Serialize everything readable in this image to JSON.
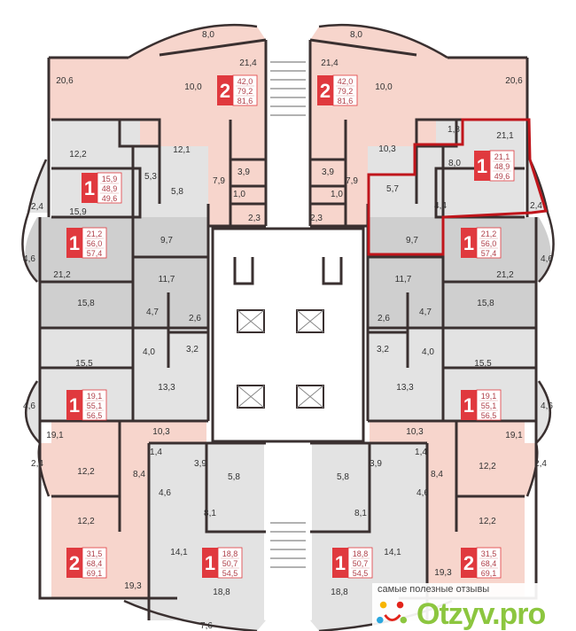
{
  "colors": {
    "pink": "#f7d5cc",
    "light_gray": "#e3e3e3",
    "dark_gray": "#cfcfcf",
    "wall": "#3a3030",
    "badge_red": "#e0393e",
    "highlight": "#c0151b"
  },
  "left_rooms": [
    "8,0",
    "21,4",
    "20,6",
    "10,0",
    "12,1",
    "12,2",
    "5,3",
    "5,8",
    "7,9",
    "3,9",
    "1,0",
    "2,3",
    "2,4",
    "15,9",
    "9,7",
    "4,6",
    "21,2",
    "11,7",
    "15,8",
    "4,7",
    "2,6",
    "4,0",
    "3,2",
    "15,5",
    "13,3",
    "4,6",
    "19,1",
    "10,3",
    "1,4",
    "3,9",
    "2,4",
    "12,2",
    "8,4",
    "4,6",
    "5,8",
    "8,1",
    "12,2",
    "14,1",
    "19,3",
    "18,8",
    "7,6"
  ],
  "right_rooms": [
    "8,0",
    "21,4",
    "20,6",
    "10,0",
    "10,3",
    "1,8",
    "21,1",
    "8,0",
    "5,7",
    "4,4",
    "3,9",
    "7,9",
    "1,0",
    "2,3",
    "2,4",
    "9,7",
    "4,6",
    "21,2",
    "11,7",
    "15,8",
    "2,6",
    "4,7",
    "3,2",
    "4,0",
    "15,5",
    "13,3",
    "4,6",
    "19,1",
    "10,3",
    "1,4",
    "3,9",
    "12,2",
    "2,4",
    "8,4",
    "4,6",
    "5,8",
    "8,1",
    "12,2",
    "14,1",
    "19,3",
    "18,8"
  ],
  "apartments": [
    {
      "rooms": "2",
      "living": "42,0",
      "total": "79,2",
      "total_with_balcony": "81,6"
    },
    {
      "rooms": "1",
      "living": "15,9",
      "total": "48,9",
      "total_with_balcony": "49,6"
    },
    {
      "rooms": "1",
      "living": "21,2",
      "total": "56,0",
      "total_with_balcony": "57,4"
    },
    {
      "rooms": "1",
      "living": "19,1",
      "total": "55,1",
      "total_with_balcony": "56,5"
    },
    {
      "rooms": "2",
      "living": "31,5",
      "total": "68,4",
      "total_with_balcony": "69,1"
    },
    {
      "rooms": "1",
      "living": "18,8",
      "total": "50,7",
      "total_with_balcony": "54,5"
    },
    {
      "rooms": "2",
      "living": "42,0",
      "total": "79,2",
      "total_with_balcony": "81,6"
    },
    {
      "rooms": "1",
      "living": "21,1",
      "total": "48,9",
      "total_with_balcony": "49,6"
    },
    {
      "rooms": "1",
      "living": "21,2",
      "total": "56,0",
      "total_with_balcony": "57,4"
    },
    {
      "rooms": "1",
      "living": "19,1",
      "total": "55,1",
      "total_with_balcony": "56,5"
    },
    {
      "rooms": "2",
      "living": "31,5",
      "total": "68,4",
      "total_with_balcony": "69,1"
    },
    {
      "rooms": "1",
      "living": "18,8",
      "total": "50,7",
      "total_with_balcony": "54,5"
    }
  ],
  "highlighted_apartment": 7,
  "watermark": {
    "tagline": "самые полезные отзывы",
    "brand": "Otzyv",
    "tld": ".pro"
  }
}
